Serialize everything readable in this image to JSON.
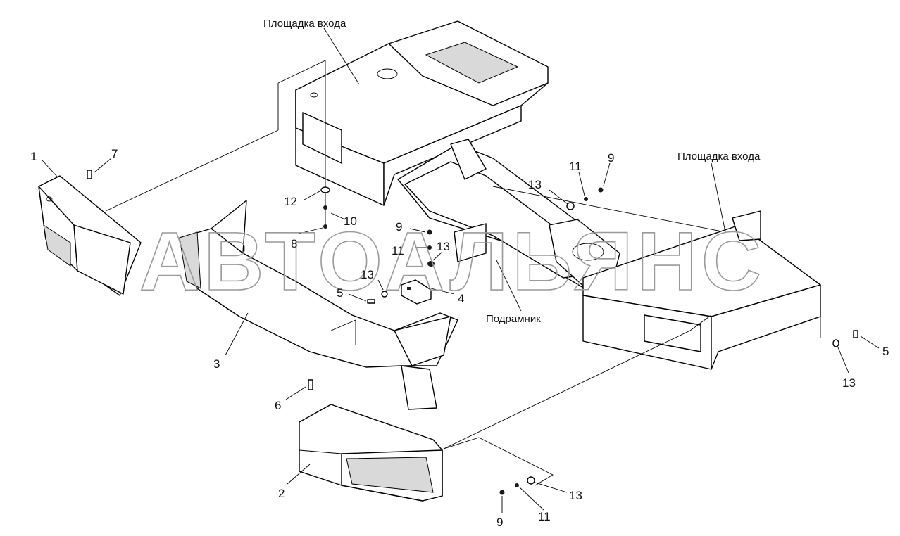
{
  "captions": {
    "entry_platform_top": "Площадка входа",
    "entry_platform_right": "Площадка входа",
    "subframe": "Подрамник"
  },
  "watermark": "АВТОАЛЬЯНС",
  "callouts": {
    "c1": "1",
    "c2": "2",
    "c3": "3",
    "c4": "4",
    "c5a": "5",
    "c5b": "5",
    "c6": "6",
    "c7": "7",
    "c8": "8",
    "c9a": "9",
    "c9b": "9",
    "c9c": "9",
    "c10": "10",
    "c11a": "11",
    "c11b": "11",
    "c11c": "11",
    "c12": "12",
    "c13a": "13",
    "c13b": "13",
    "c13c": "13",
    "c13d": "13",
    "c13e": "13"
  }
}
